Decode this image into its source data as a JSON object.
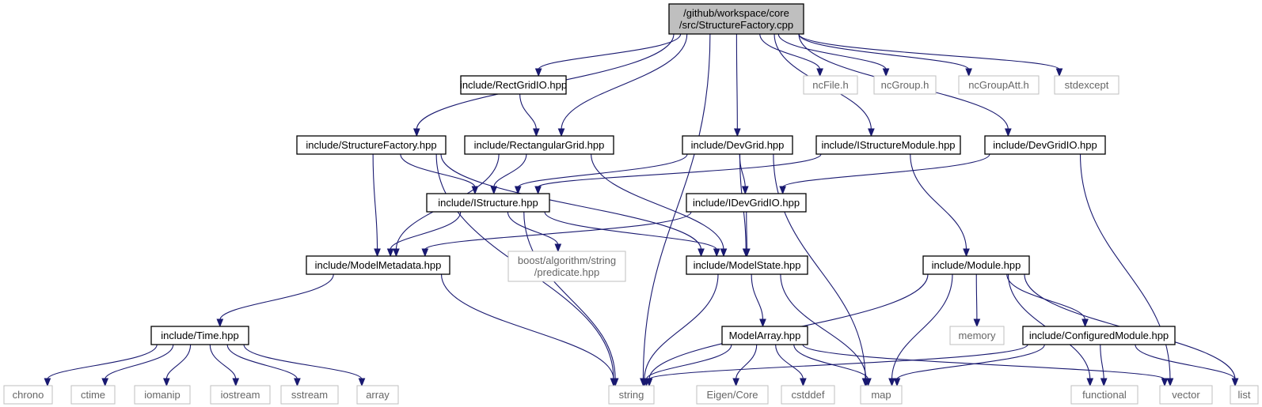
{
  "graph": {
    "root": {
      "label_lines": [
        "/github/workspace/core",
        "/src/StructureFactory.cpp"
      ]
    },
    "nodes": [
      {
        "id": "root",
        "lines": [
          "/github/workspace/core",
          "/src/StructureFactory.cpp"
        ],
        "kind": "root"
      },
      {
        "id": "rectgridio",
        "lines": [
          "include/RectGridIO.hpp"
        ],
        "kind": "doc"
      },
      {
        "id": "ncfile",
        "lines": [
          "ncFile.h"
        ],
        "kind": "ext"
      },
      {
        "id": "ncgroup",
        "lines": [
          "ncGroup.h"
        ],
        "kind": "ext"
      },
      {
        "id": "ncgroupatt",
        "lines": [
          "ncGroupAtt.h"
        ],
        "kind": "ext"
      },
      {
        "id": "stdexcept",
        "lines": [
          "stdexcept"
        ],
        "kind": "ext"
      },
      {
        "id": "structurefactory",
        "lines": [
          "include/StructureFactory.hpp"
        ],
        "kind": "doc"
      },
      {
        "id": "rectangulargrid",
        "lines": [
          "include/RectangularGrid.hpp"
        ],
        "kind": "doc"
      },
      {
        "id": "devgrid",
        "lines": [
          "include/DevGrid.hpp"
        ],
        "kind": "doc"
      },
      {
        "id": "istructuremodule",
        "lines": [
          "include/IStructureModule.hpp"
        ],
        "kind": "doc"
      },
      {
        "id": "devgridio",
        "lines": [
          "include/DevGridIO.hpp"
        ],
        "kind": "doc"
      },
      {
        "id": "istructure",
        "lines": [
          "include/IStructure.hpp"
        ],
        "kind": "doc"
      },
      {
        "id": "idevgridio",
        "lines": [
          "include/IDevGridIO.hpp"
        ],
        "kind": "doc"
      },
      {
        "id": "modelmetadata",
        "lines": [
          "include/ModelMetadata.hpp"
        ],
        "kind": "doc"
      },
      {
        "id": "boostpredicate",
        "lines": [
          "boost/algorithm/string",
          "/predicate.hpp"
        ],
        "kind": "ext"
      },
      {
        "id": "modelstate",
        "lines": [
          "include/ModelState.hpp"
        ],
        "kind": "doc"
      },
      {
        "id": "module",
        "lines": [
          "include/Module.hpp"
        ],
        "kind": "doc"
      },
      {
        "id": "time",
        "lines": [
          "include/Time.hpp"
        ],
        "kind": "doc"
      },
      {
        "id": "modelarray",
        "lines": [
          "ModelArray.hpp"
        ],
        "kind": "doc"
      },
      {
        "id": "memory",
        "lines": [
          "memory"
        ],
        "kind": "ext"
      },
      {
        "id": "configuredmodule",
        "lines": [
          "include/ConfiguredModule.hpp"
        ],
        "kind": "doc"
      },
      {
        "id": "chrono",
        "lines": [
          "chrono"
        ],
        "kind": "ext"
      },
      {
        "id": "ctime",
        "lines": [
          "ctime"
        ],
        "kind": "ext"
      },
      {
        "id": "iomanip",
        "lines": [
          "iomanip"
        ],
        "kind": "ext"
      },
      {
        "id": "iostream",
        "lines": [
          "iostream"
        ],
        "kind": "ext"
      },
      {
        "id": "sstream",
        "lines": [
          "sstream"
        ],
        "kind": "ext"
      },
      {
        "id": "array",
        "lines": [
          "array"
        ],
        "kind": "ext"
      },
      {
        "id": "string",
        "lines": [
          "string"
        ],
        "kind": "ext"
      },
      {
        "id": "eigencore",
        "lines": [
          "Eigen/Core"
        ],
        "kind": "ext"
      },
      {
        "id": "cstddef",
        "lines": [
          "cstddef"
        ],
        "kind": "ext"
      },
      {
        "id": "map",
        "lines": [
          "map"
        ],
        "kind": "ext"
      },
      {
        "id": "functional",
        "lines": [
          "functional"
        ],
        "kind": "ext"
      },
      {
        "id": "vector",
        "lines": [
          "vector"
        ],
        "kind": "ext"
      },
      {
        "id": "list",
        "lines": [
          "list"
        ],
        "kind": "ext"
      }
    ],
    "edges": [
      [
        "root",
        "structurefactory"
      ],
      [
        "root",
        "rectgridio"
      ],
      [
        "root",
        "rectangulargrid"
      ],
      [
        "root",
        "string"
      ],
      [
        "root",
        "devgrid"
      ],
      [
        "root",
        "istructuremodule"
      ],
      [
        "root",
        "devgridio"
      ],
      [
        "root",
        "ncfile"
      ],
      [
        "root",
        "ncgroup"
      ],
      [
        "root",
        "ncgroupatt"
      ],
      [
        "root",
        "stdexcept"
      ],
      [
        "rectgridio",
        "rectangulargrid"
      ],
      [
        "structurefactory",
        "istructure"
      ],
      [
        "structurefactory",
        "modelmetadata"
      ],
      [
        "structurefactory",
        "modelstate"
      ],
      [
        "structurefactory",
        "string"
      ],
      [
        "rectangulargrid",
        "istructure"
      ],
      [
        "rectangulargrid",
        "modelmetadata"
      ],
      [
        "rectangulargrid",
        "modelstate"
      ],
      [
        "devgrid",
        "istructure"
      ],
      [
        "devgrid",
        "idevgridio"
      ],
      [
        "devgrid",
        "modelstate"
      ],
      [
        "devgrid",
        "map"
      ],
      [
        "istructuremodule",
        "istructure"
      ],
      [
        "istructuremodule",
        "module"
      ],
      [
        "devgridio",
        "idevgridio"
      ],
      [
        "devgridio",
        "vector"
      ],
      [
        "istructure",
        "modelmetadata"
      ],
      [
        "istructure",
        "boostpredicate"
      ],
      [
        "istructure",
        "modelstate"
      ],
      [
        "istructure",
        "string"
      ],
      [
        "idevgridio",
        "modelmetadata"
      ],
      [
        "idevgridio",
        "modelstate"
      ],
      [
        "modelmetadata",
        "time"
      ],
      [
        "modelmetadata",
        "string"
      ],
      [
        "modelstate",
        "string"
      ],
      [
        "modelstate",
        "modelarray"
      ],
      [
        "modelstate",
        "map"
      ],
      [
        "module",
        "string"
      ],
      [
        "module",
        "map"
      ],
      [
        "module",
        "memory"
      ],
      [
        "module",
        "configuredmodule"
      ],
      [
        "module",
        "functional"
      ],
      [
        "module",
        "list"
      ],
      [
        "time",
        "chrono"
      ],
      [
        "time",
        "ctime"
      ],
      [
        "time",
        "iomanip"
      ],
      [
        "time",
        "iostream"
      ],
      [
        "time",
        "sstream"
      ],
      [
        "time",
        "array"
      ],
      [
        "modelarray",
        "string"
      ],
      [
        "modelarray",
        "eigencore"
      ],
      [
        "modelarray",
        "cstddef"
      ],
      [
        "modelarray",
        "map"
      ],
      [
        "modelarray",
        "vector"
      ],
      [
        "configuredmodule",
        "string"
      ],
      [
        "configuredmodule",
        "map"
      ],
      [
        "configuredmodule",
        "functional"
      ],
      [
        "configuredmodule",
        "list"
      ]
    ]
  }
}
